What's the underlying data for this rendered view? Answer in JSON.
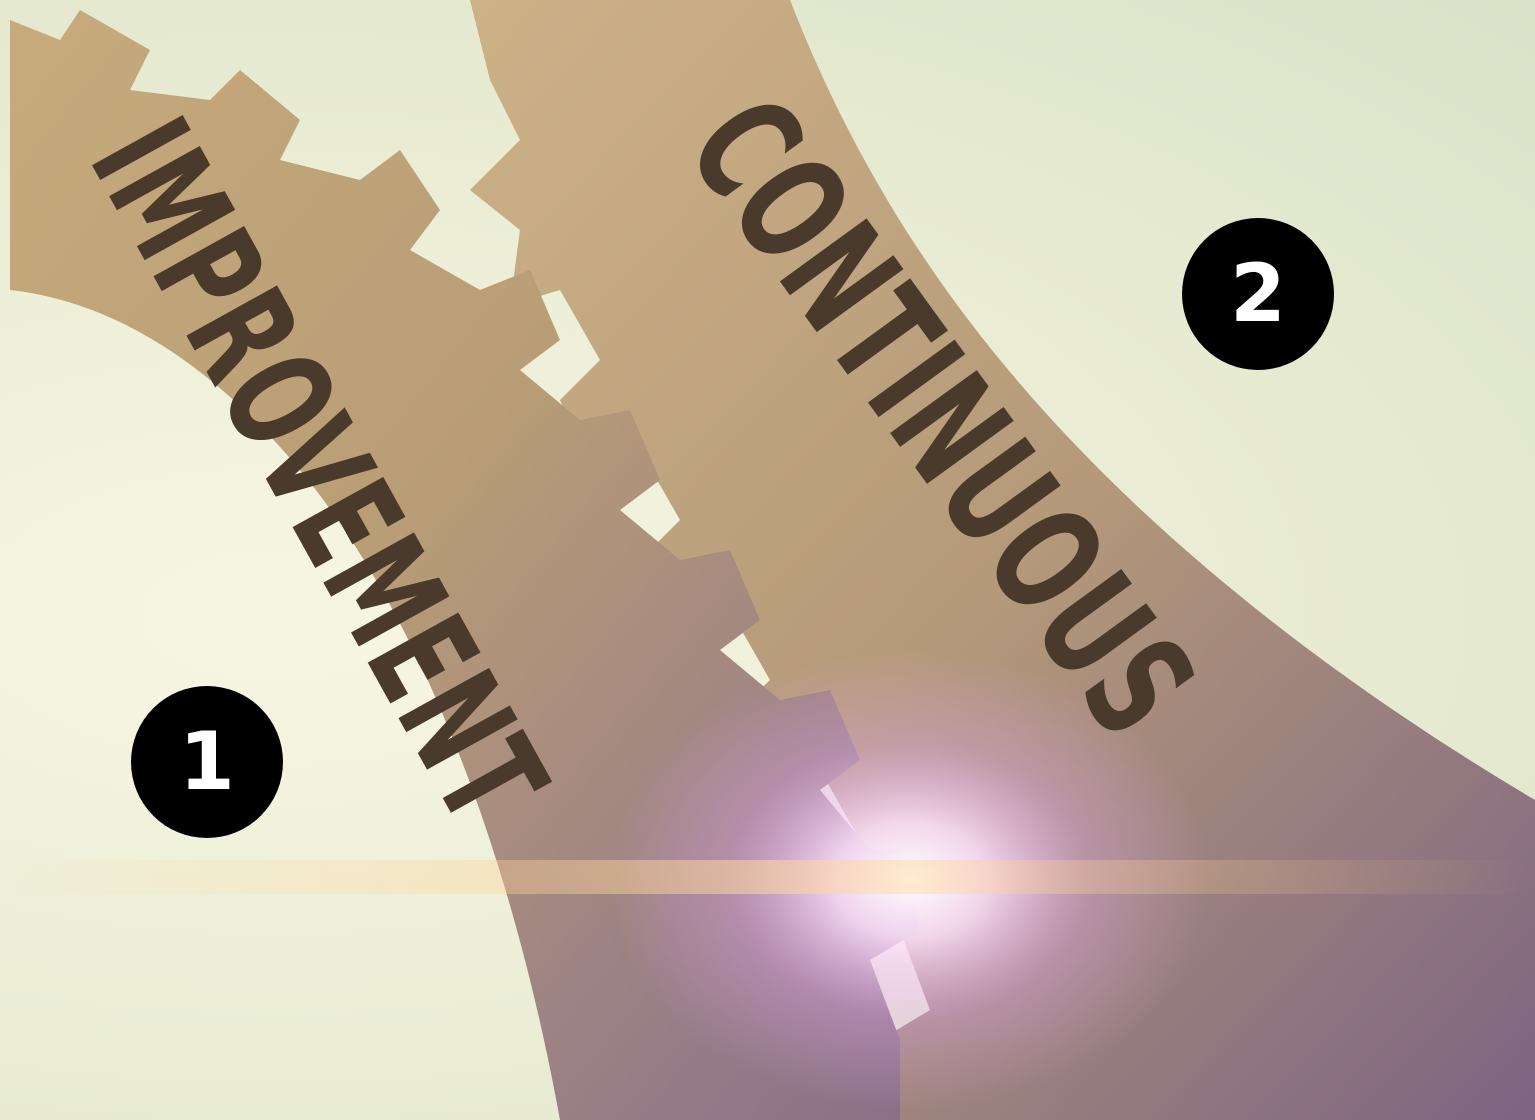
{
  "photo": {
    "gear_left_word": "IMPROVEMENT",
    "gear_right_word": "CONTINUOUS",
    "colors": {
      "background": "#f3f1dc",
      "gear_metal": "#c8a978",
      "gear_shadow": "#6d5a63",
      "lettering": "#4a3a2c",
      "flare": "#f1c9ff"
    }
  },
  "badges": [
    {
      "number": "1"
    },
    {
      "number": "2"
    }
  ]
}
